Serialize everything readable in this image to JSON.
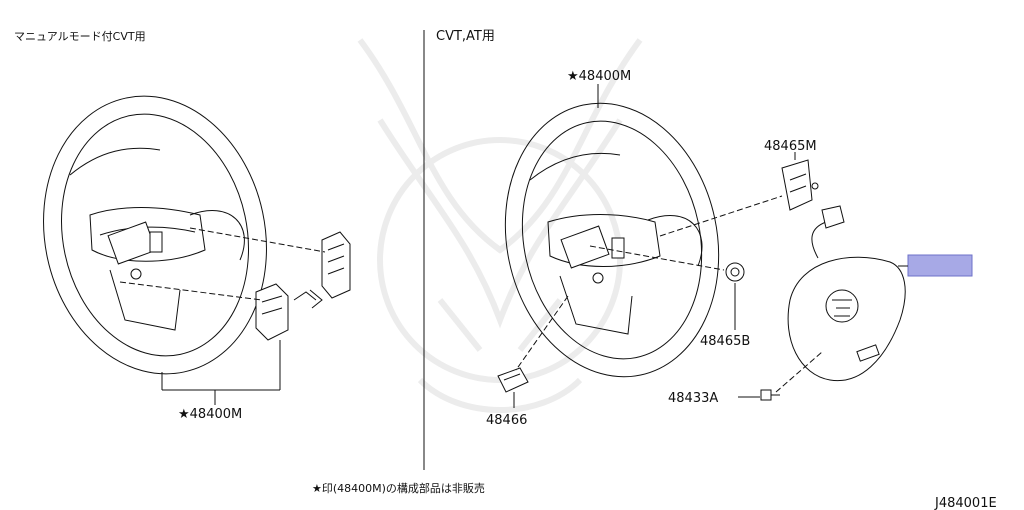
{
  "left_section": {
    "title": "マニュアルモード付CVT用",
    "callout": "★48400M"
  },
  "right_section": {
    "title": "CVT,AT用"
  },
  "parts": {
    "p48400M": "★48400M",
    "p48465M": "48465M",
    "p48465B": "48465B",
    "p48433A": "48433A",
    "p48466": "48466"
  },
  "footnote": "★印(48400M)の構成部品は非販売",
  "diagram_code": "J484001E",
  "colors": {
    "highlight": "#a7a9e6",
    "ink": "#111111",
    "watermark": "#ececec"
  }
}
